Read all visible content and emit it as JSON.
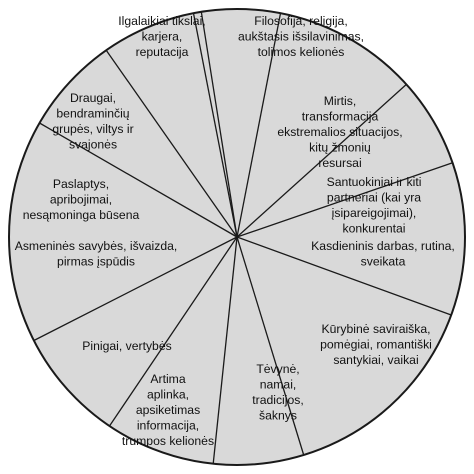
{
  "wheel": {
    "fill_color": "#d9d9d9",
    "line_color": "#1a1a1a",
    "sectors": [
      {
        "id": "10",
        "lines": [
          "Ilgalaikiai tikslai,",
          "karjera,",
          "reputacija"
        ]
      },
      {
        "id": "9",
        "lines": [
          "Filosofija, religija,",
          "aukštasis išsilavinimas,",
          "tolimos kelionės"
        ]
      },
      {
        "id": "8",
        "lines": [
          "Mirtis,",
          "transformacija",
          "ekstremalios situacijos,",
          "kitų žmonių",
          "resursai"
        ]
      },
      {
        "id": "7",
        "lines": [
          "Santuokiniai ir kiti",
          "partneriai (kai yra",
          "įsipareigojimai),",
          "konkurentai"
        ]
      },
      {
        "id": "6",
        "lines": [
          "Kasdieninis darbas, rutina,",
          "sveikata"
        ]
      },
      {
        "id": "5",
        "lines": [
          "Kūrybinė saviraiška,",
          "pomėgiai, romantiški",
          "santykiai, vaikai"
        ]
      },
      {
        "id": "4",
        "lines": [
          "Tėvynė,",
          "namai,",
          "tradicijos,",
          "šaknys"
        ]
      },
      {
        "id": "3",
        "lines": [
          "Artima",
          "aplinka,",
          "apsiketimas",
          "informacija,",
          "trumpos kelionės"
        ]
      },
      {
        "id": "2",
        "lines": [
          "Pinigai, vertybės"
        ]
      },
      {
        "id": "1",
        "lines": [
          "Asmeninės savybės, išvaizda,",
          "pirmas įspūdis"
        ]
      },
      {
        "id": "12",
        "lines": [
          "Paslaptys,",
          "apribojimai,",
          "nesąmoninga būsena"
        ]
      },
      {
        "id": "11",
        "lines": [
          "Draugai,",
          "bendraminčių",
          "grupės, viltys ir",
          "svajonės"
        ]
      }
    ]
  }
}
